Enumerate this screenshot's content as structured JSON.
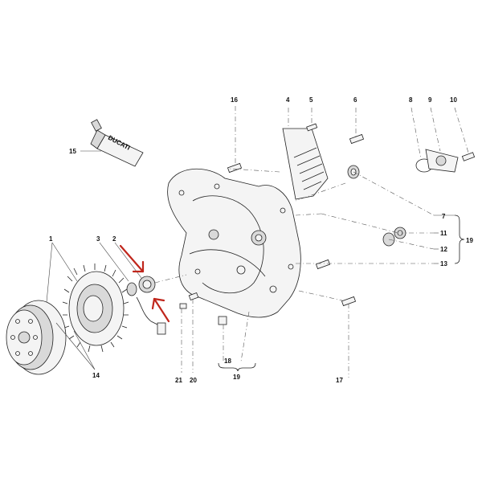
{
  "diagram": {
    "tube_brand": "DUCATI",
    "callouts": {
      "n1": "1",
      "n2": "2",
      "n3": "3",
      "n4": "4",
      "n5": "5",
      "n6": "6",
      "n7": "7",
      "n8": "8",
      "n9": "9",
      "n10": "10",
      "n11": "11",
      "n12": "12",
      "n13": "13",
      "n14": "14",
      "n15": "15",
      "n16": "16",
      "n17": "17",
      "n18": "18",
      "n19_bottom": "19",
      "n19_right": "19",
      "n20": "20",
      "n21": "21"
    },
    "colors": {
      "line": "#222222",
      "highlight_arrow": "#c0261c"
    }
  }
}
